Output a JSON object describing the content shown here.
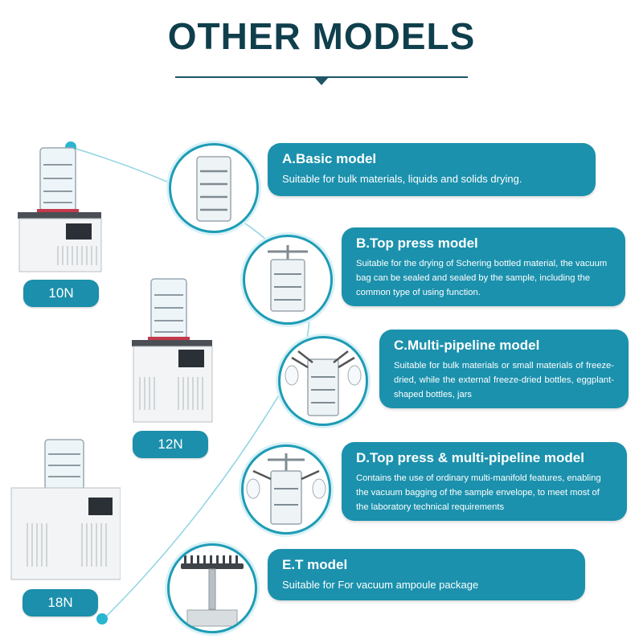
{
  "header": {
    "title": "OTHER MODELS"
  },
  "machines": [
    {
      "label": "10N"
    },
    {
      "label": "12N"
    },
    {
      "label": "18N"
    }
  ],
  "models": [
    {
      "title": "A.Basic model",
      "description": "Suitable for bulk materials, liquids and solids drying."
    },
    {
      "title": "B.Top press model",
      "description": "Suitable for the drying of Schering bottled material, the vacuum bag can be sealed and sealed by the sample, including the common type of using function."
    },
    {
      "title": "C.Multi-pipeline model",
      "description": "Suitable for bulk materials or small materials of freeze-dried, while the external freeze-dried bottles, eggplant-shaped bottles, jars"
    },
    {
      "title": "D.Top press & multi-pipeline model",
      "description": "Contains the use of ordinary multi-manifold features, enabling the vacuum bagging of the sample envelope, to meet most of the laboratory technical requirements"
    },
    {
      "title": "E.T model",
      "description": "Suitable for For vacuum ampoule package"
    }
  ],
  "colors": {
    "accent": "#1b91ad",
    "title": "#0f3f4c",
    "dot": "#2ab6cf"
  }
}
